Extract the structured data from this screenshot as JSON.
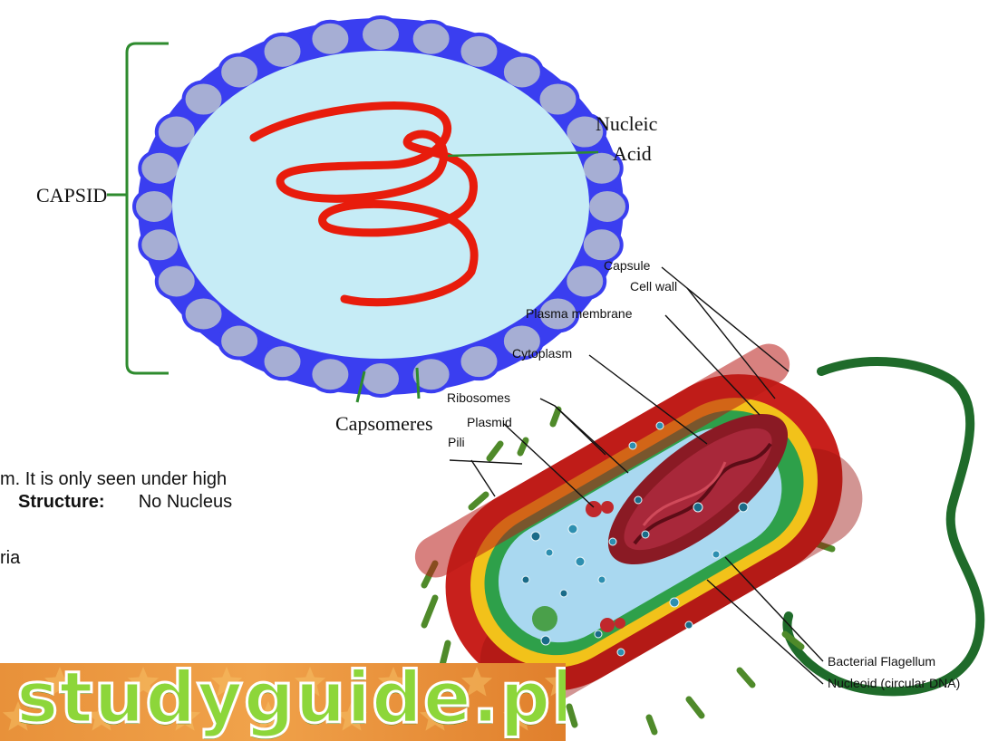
{
  "virus": {
    "capsid_label": "CAPSID",
    "nucleic_label_line1": "Nucleic",
    "nucleic_label_line2": "Acid",
    "capsomeres_label": "Capsomeres"
  },
  "text": {
    "line1": "m. It is only seen under high",
    "line2_bold": "Structure:",
    "line2_rest": "No Nucleus",
    "line3": "ria"
  },
  "bacterium": {
    "labels": {
      "capsule": "Capsule",
      "cell_wall": "Cell wall",
      "plasma_membrane": "Plasma membrane",
      "cytoplasm": "Cytoplasm",
      "ribosomes": "Ribosomes",
      "plasmid": "Plasmid",
      "pili": "Pili",
      "flagellum": "Bacterial Flagellum",
      "nucleoid": "Nucleoid (circular DNA)"
    }
  },
  "logo": {
    "text": "studyguide.pk"
  },
  "colors": {
    "capsid_blue": "#3a3ef0",
    "capsomere_fill": "#a6aed4",
    "virus_interior": "#c6ecf6",
    "nucleic_red": "#e81c0c",
    "bracket_green": "#2e8b2e",
    "capsule_red": "#c8201c",
    "wall_yellow": "#f2c21a",
    "membrane_green": "#2ea04a",
    "cytoplasm_blue": "#a9d8f0",
    "flagellum_green": "#1f6b2a",
    "logo_orange": "#f0a24a",
    "logo_green": "#8dd63a"
  }
}
